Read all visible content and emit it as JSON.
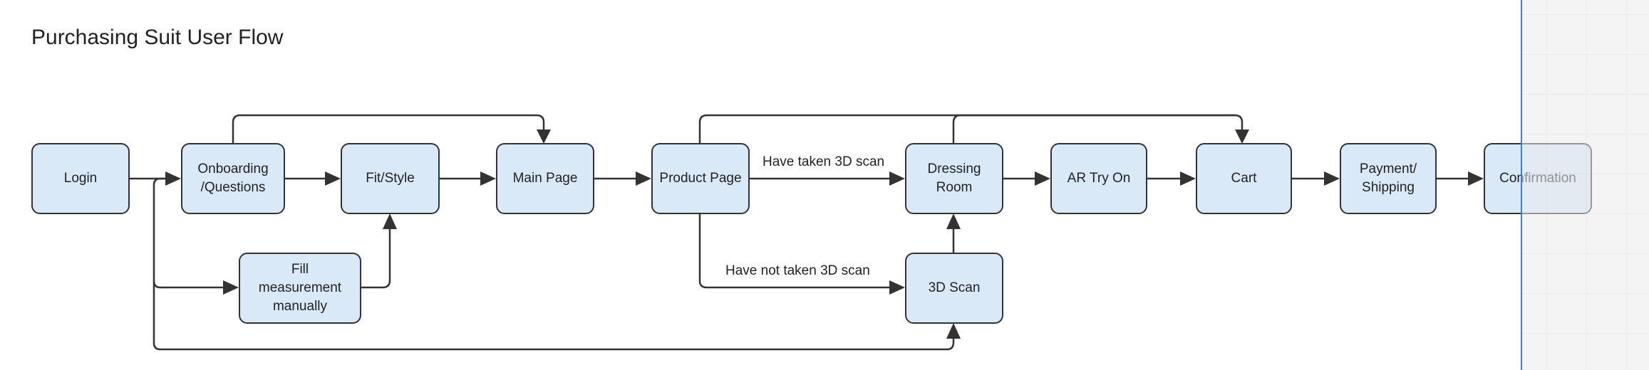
{
  "title": "Purchasing Suit User Flow",
  "colors": {
    "node_fill": "#d9e9f8",
    "stroke": "#333333",
    "panel_edge": "#3f7fd8",
    "panel_bg": "#ececec"
  },
  "nodes": {
    "login": "Login",
    "onboarding": "Onboarding /Questions",
    "fit_style": "Fit/Style",
    "main_page": "Main Page",
    "product_page": "Product Page",
    "dressing_room": "Dressing Room",
    "ar_try_on": "AR Try On",
    "cart": "Cart",
    "payment": "Payment/ Shipping",
    "confirmation": "Confirmation",
    "fill_measurement": "Fill measurement manually",
    "scan_3d": "3D Scan"
  },
  "edge_labels": {
    "taken": "Have taken 3D scan",
    "not_taken": "Have not taken 3D scan"
  }
}
